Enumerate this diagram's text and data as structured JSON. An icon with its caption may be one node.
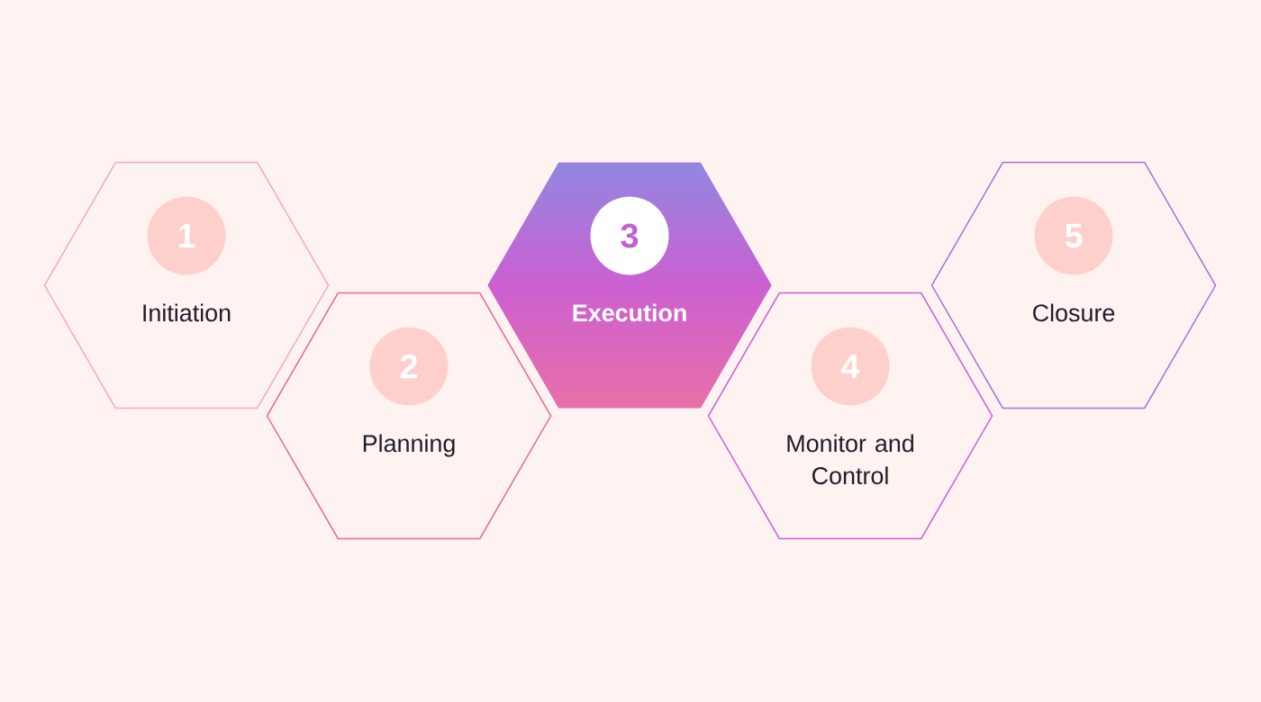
{
  "diagram": {
    "nodes": [
      {
        "text": [
          "Initiation"
        ]
      },
      {
        "text": [
          "1"
        ],
        "in": 0
      },
      {
        "text": [
          "Planning"
        ]
      },
      {
        "text": [
          "2"
        ],
        "in": 2
      },
      {
        "text": [
          "Execution"
        ]
      },
      {
        "text": [
          "3"
        ],
        "in": 4
      },
      {
        "text": [
          "Monitor and Control"
        ]
      },
      {
        "text": [
          "4"
        ],
        "in": 6
      },
      {
        "text": [
          "Closure"
        ]
      },
      {
        "text": [
          "5"
        ],
        "in": 8
      }
    ]
  }
}
